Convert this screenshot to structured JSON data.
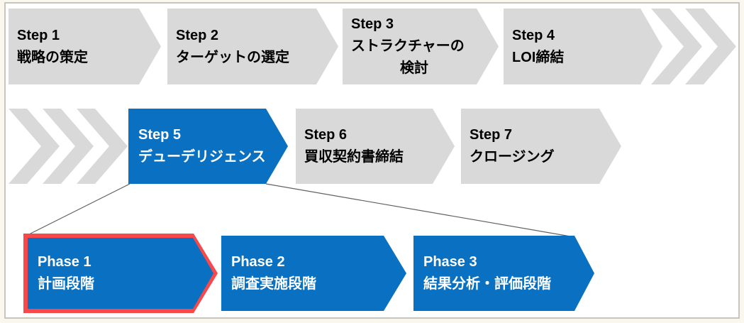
{
  "diagram": {
    "top_row": {
      "steps": [
        {
          "title": "Step 1",
          "lines": [
            "戦略の策定"
          ]
        },
        {
          "title": "Step 2",
          "lines": [
            "ターゲットの選定"
          ]
        },
        {
          "title": "Step 3",
          "lines": [
            "ストラクチャーの",
            "検討"
          ]
        },
        {
          "title": "Step 4",
          "lines": [
            "LOI締結"
          ]
        }
      ],
      "trailing_chevron_count": 2
    },
    "middle_row": {
      "leading_chevron_count": 3,
      "steps": [
        {
          "title": "Step 5",
          "lines": [
            "デューデリジェンス"
          ],
          "active": true
        },
        {
          "title": "Step 6",
          "lines": [
            "買収契約書締結"
          ],
          "active": false
        },
        {
          "title": "Step 7",
          "lines": [
            "クロージング"
          ],
          "active": false
        }
      ]
    },
    "phase_row": {
      "phases": [
        {
          "title": "Phase 1",
          "lines": [
            "計画段階"
          ],
          "highlighted": true
        },
        {
          "title": "Phase 2",
          "lines": [
            "調査実施段階"
          ],
          "highlighted": false
        },
        {
          "title": "Phase 3",
          "lines": [
            "結果分析・評価段階"
          ],
          "highlighted": false
        }
      ]
    },
    "colors": {
      "arrow_gray": "#d9d9d9",
      "arrow_blue": "#0a70c1",
      "highlight_red": "#f7494c",
      "text_dark": "#000000",
      "text_light": "#ffffff",
      "connector_line": "#606060",
      "panel_border": "#c9c5bc",
      "outer_background": "#faf7ee"
    }
  }
}
